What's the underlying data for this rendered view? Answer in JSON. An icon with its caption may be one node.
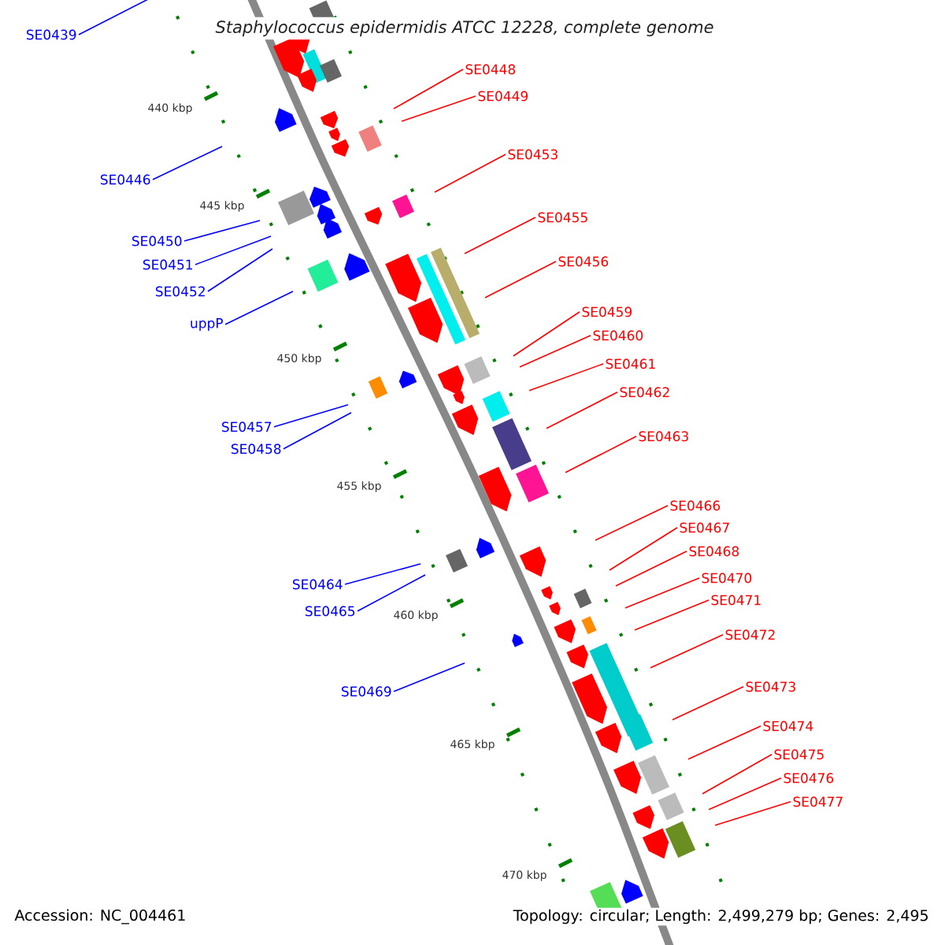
{
  "diagram": {
    "title": "*Staphylococcus epidermidis* ATCC 12228, complete genome",
    "nodes": [
      {
        "text": [
          "SE0439"
        ]
      },
      {
        "text": [
          "SE0448"
        ]
      },
      {
        "text": [
          "SE0449"
        ]
      },
      {
        "text": [
          "SE0446"
        ]
      },
      {
        "text": [
          "SE0453"
        ]
      },
      {
        "text": [
          "SE0455"
        ]
      },
      {
        "text": [
          "SE0450"
        ]
      },
      {
        "text": [
          "SE0451"
        ]
      },
      {
        "text": [
          "SE0452"
        ]
      },
      {
        "text": [
          "SE0456"
        ]
      },
      {
        "text": [
          "SE0459"
        ]
      },
      {
        "text": [
          "uppP"
        ]
      },
      {
        "text": [
          "SE0460"
        ]
      },
      {
        "text": [
          "SE0461"
        ]
      },
      {
        "text": [
          "SE0462"
        ]
      },
      {
        "text": [
          "SE0457"
        ]
      },
      {
        "text": [
          "SE0463"
        ]
      },
      {
        "text": [
          "SE0458"
        ]
      },
      {
        "text": [
          "SE0466"
        ]
      },
      {
        "text": [
          "SE0467"
        ]
      },
      {
        "text": [
          "SE0468"
        ]
      },
      {
        "text": [
          "SE0464"
        ]
      },
      {
        "text": [
          "SE0470"
        ]
      },
      {
        "text": [
          "SE0471"
        ]
      },
      {
        "text": [
          "SE0465"
        ]
      },
      {
        "text": [
          "SE0472"
        ]
      },
      {
        "text": [
          "SE0473"
        ]
      },
      {
        "text": [
          "SE0469"
        ]
      },
      {
        "text": [
          "SE0474"
        ]
      },
      {
        "text": [
          "SE0475"
        ]
      },
      {
        "text": [
          "SE0476"
        ]
      },
      {
        "text": [
          "SE0477"
        ]
      }
    ],
    "edges": [
      {
        "from": 0,
        "to": null,
        "arrow": "none",
        "color": "#0000ff"
      },
      {
        "from": 1,
        "to": null,
        "arrow": "none",
        "color": "#ff0000"
      },
      {
        "from": 2,
        "to": null,
        "arrow": "none",
        "color": "#ff0000"
      },
      {
        "from": 3,
        "to": null,
        "arrow": "none",
        "color": "#0000ff"
      },
      {
        "from": 4,
        "to": null,
        "arrow": "none",
        "color": "#ff0000"
      },
      {
        "from": 5,
        "to": null,
        "arrow": "none",
        "color": "#ff0000"
      },
      {
        "from": 6,
        "to": null,
        "arrow": "none",
        "color": "#0000ff"
      },
      {
        "from": 7,
        "to": null,
        "arrow": "none",
        "color": "#0000ff"
      },
      {
        "from": 8,
        "to": null,
        "arrow": "none",
        "color": "#0000ff"
      },
      {
        "from": 9,
        "to": null,
        "arrow": "none",
        "color": "#ff0000"
      },
      {
        "from": 10,
        "to": null,
        "arrow": "none",
        "color": "#ff0000"
      },
      {
        "from": 11,
        "to": null,
        "arrow": "none",
        "color": "#0000ff"
      },
      {
        "from": 12,
        "to": null,
        "arrow": "none",
        "color": "#ff0000"
      },
      {
        "from": 13,
        "to": null,
        "arrow": "none",
        "color": "#ff0000"
      },
      {
        "from": 14,
        "to": null,
        "arrow": "none",
        "color": "#ff0000"
      },
      {
        "from": 15,
        "to": null,
        "arrow": "none",
        "color": "#0000ff"
      },
      {
        "from": 16,
        "to": null,
        "arrow": "none",
        "color": "#ff0000"
      },
      {
        "from": 17,
        "to": null,
        "arrow": "none",
        "color": "#0000ff"
      },
      {
        "from": 18,
        "to": null,
        "arrow": "none",
        "color": "#ff0000"
      },
      {
        "from": 19,
        "to": null,
        "arrow": "none",
        "color": "#ff0000"
      },
      {
        "from": 20,
        "to": null,
        "arrow": "none",
        "color": "#ff0000"
      },
      {
        "from": 21,
        "to": null,
        "arrow": "none",
        "color": "#0000ff"
      },
      {
        "from": 22,
        "to": null,
        "arrow": "none",
        "color": "#ff0000"
      },
      {
        "from": 23,
        "to": null,
        "arrow": "none",
        "color": "#ff0000"
      },
      {
        "from": 24,
        "to": null,
        "arrow": "none",
        "color": "#0000ff"
      },
      {
        "from": 25,
        "to": null,
        "arrow": "none",
        "color": "#ff0000"
      },
      {
        "from": 26,
        "to": null,
        "arrow": "none",
        "color": "#ff0000"
      },
      {
        "from": 27,
        "to": null,
        "arrow": "none",
        "color": "#0000ff"
      },
      {
        "from": 28,
        "to": null,
        "arrow": "none",
        "color": "#ff0000"
      },
      {
        "from": 29,
        "to": null,
        "arrow": "none",
        "color": "#ff0000"
      },
      {
        "from": 30,
        "to": null,
        "arrow": "none",
        "color": "#ff0000"
      },
      {
        "from": 31,
        "to": null,
        "arrow": "none",
        "color": "#ff0000"
      }
    ],
    "labels": [
      "440 kbp",
      "445 kbp",
      "450 kbp",
      "455 kbp",
      "460 kbp",
      "465 kbp",
      "470 kbp",
      "Accession: NC_004461",
      "Topology: circular; Length: 2,499,279 bp; Genes: 2,495"
    ]
  }
}
